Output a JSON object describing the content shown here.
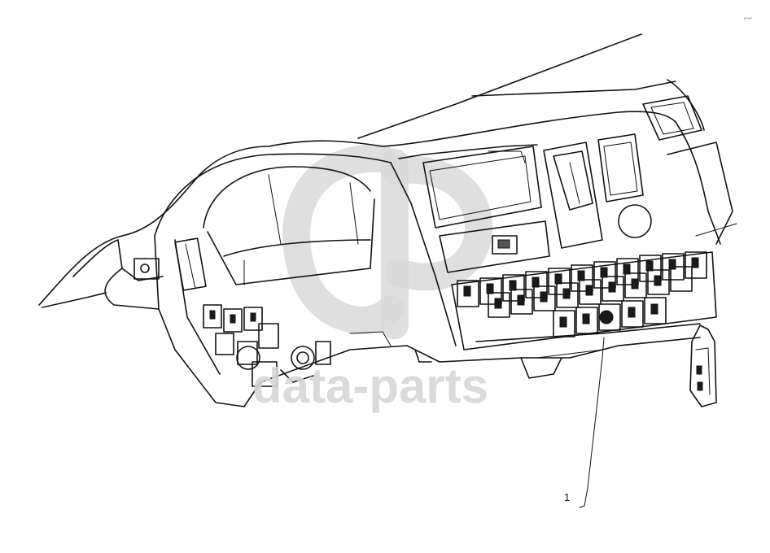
{
  "watermark": {
    "text": "data-parts",
    "logo_name": "gp-logo-watermark"
  },
  "callouts": [
    {
      "label": "1"
    }
  ],
  "corner_mark": "⌐⌐",
  "colors": {
    "line": "#111111",
    "watermark": "#d6d6d6",
    "background": "#ffffff"
  }
}
